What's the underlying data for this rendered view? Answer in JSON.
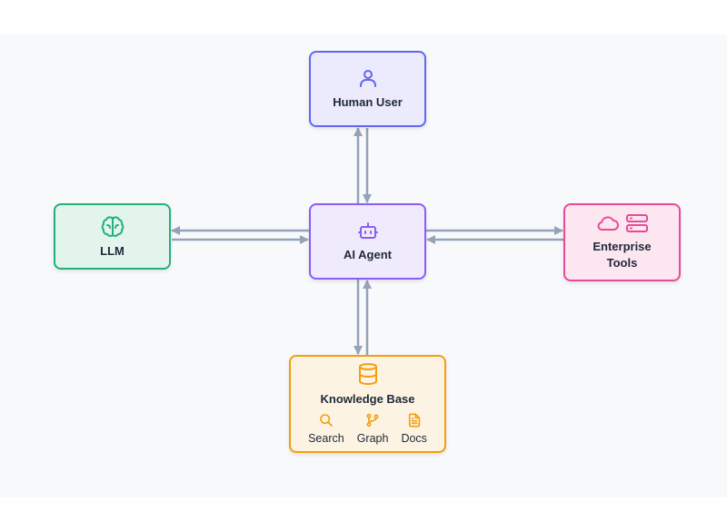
{
  "nodes": {
    "human_user": {
      "label": "Human User",
      "icon": "user-icon",
      "color": "#6366f1"
    },
    "ai_agent": {
      "label": "AI Agent",
      "icon": "robot-icon",
      "color": "#8b5cf6"
    },
    "llm": {
      "label": "LLM",
      "icon": "brain-icon",
      "color": "#22b07d"
    },
    "enterprise_tools": {
      "label": "Enterprise Tools",
      "icons": [
        "cloud-icon",
        "server-icon"
      ],
      "color": "#ec4899"
    },
    "knowledge_base": {
      "label": "Knowledge Base",
      "icon": "database-icon",
      "color": "#f59e0b",
      "items": [
        {
          "label": "Search",
          "icon": "search-icon"
        },
        {
          "label": "Graph",
          "icon": "git-branch-icon"
        },
        {
          "label": "Docs",
          "icon": "document-icon"
        }
      ]
    }
  },
  "connections": [
    {
      "from": "human_user",
      "to": "ai_agent"
    },
    {
      "from": "ai_agent",
      "to": "human_user"
    },
    {
      "from": "ai_agent",
      "to": "llm"
    },
    {
      "from": "llm",
      "to": "ai_agent"
    },
    {
      "from": "ai_agent",
      "to": "enterprise_tools"
    },
    {
      "from": "enterprise_tools",
      "to": "ai_agent"
    },
    {
      "from": "ai_agent",
      "to": "knowledge_base"
    },
    {
      "from": "knowledge_base",
      "to": "ai_agent"
    }
  ],
  "arrow_color": "#94a3b8"
}
